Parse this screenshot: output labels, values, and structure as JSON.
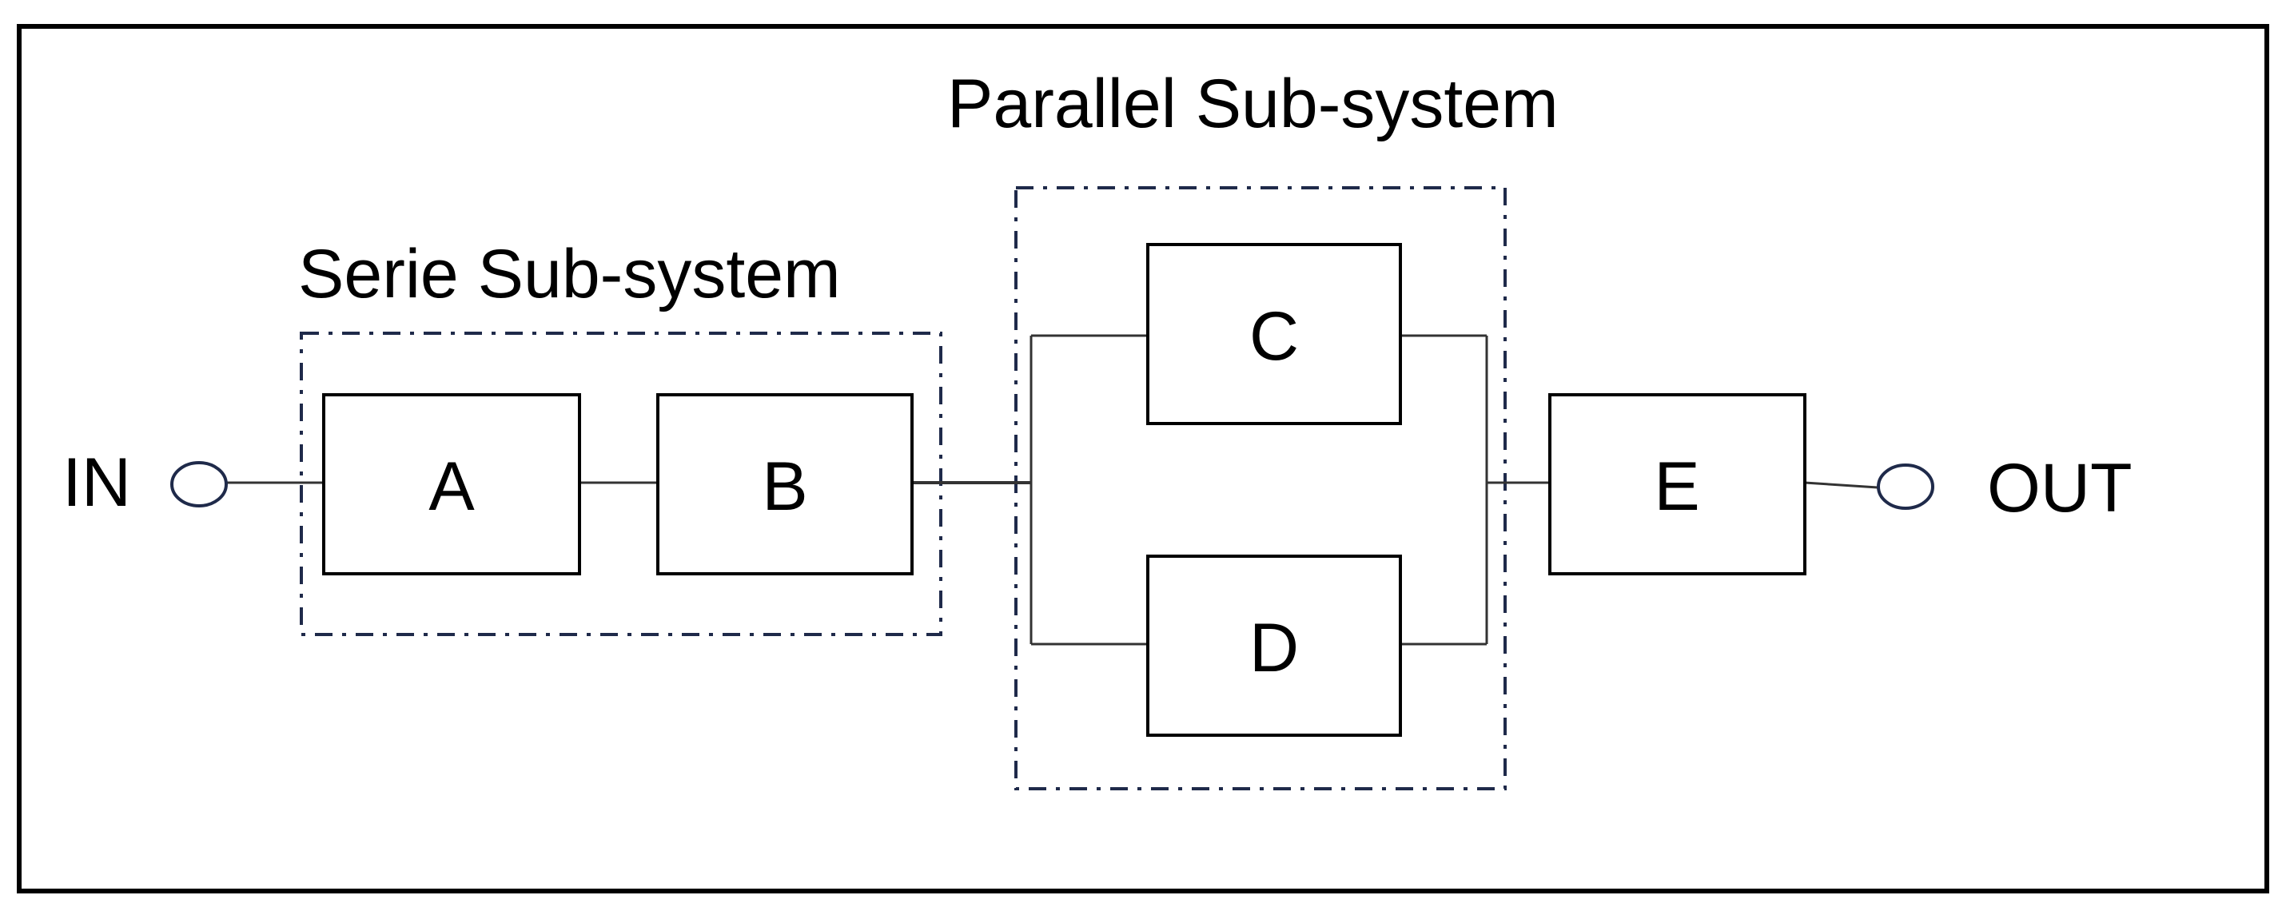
{
  "diagram": {
    "terminals": {
      "in_label": "IN",
      "out_label": "OUT"
    },
    "groups": {
      "serie_title": "Serie Sub-system",
      "parallel_title": "Parallel Sub-system"
    },
    "blocks": {
      "a": "A",
      "b": "B",
      "c": "C",
      "d": "D",
      "e": "E"
    },
    "colors": {
      "outline": "#000000",
      "group_border": "#1f2a4a",
      "terminal": "#1f2a4a",
      "wire": "#333333",
      "background": "#ffffff"
    }
  }
}
